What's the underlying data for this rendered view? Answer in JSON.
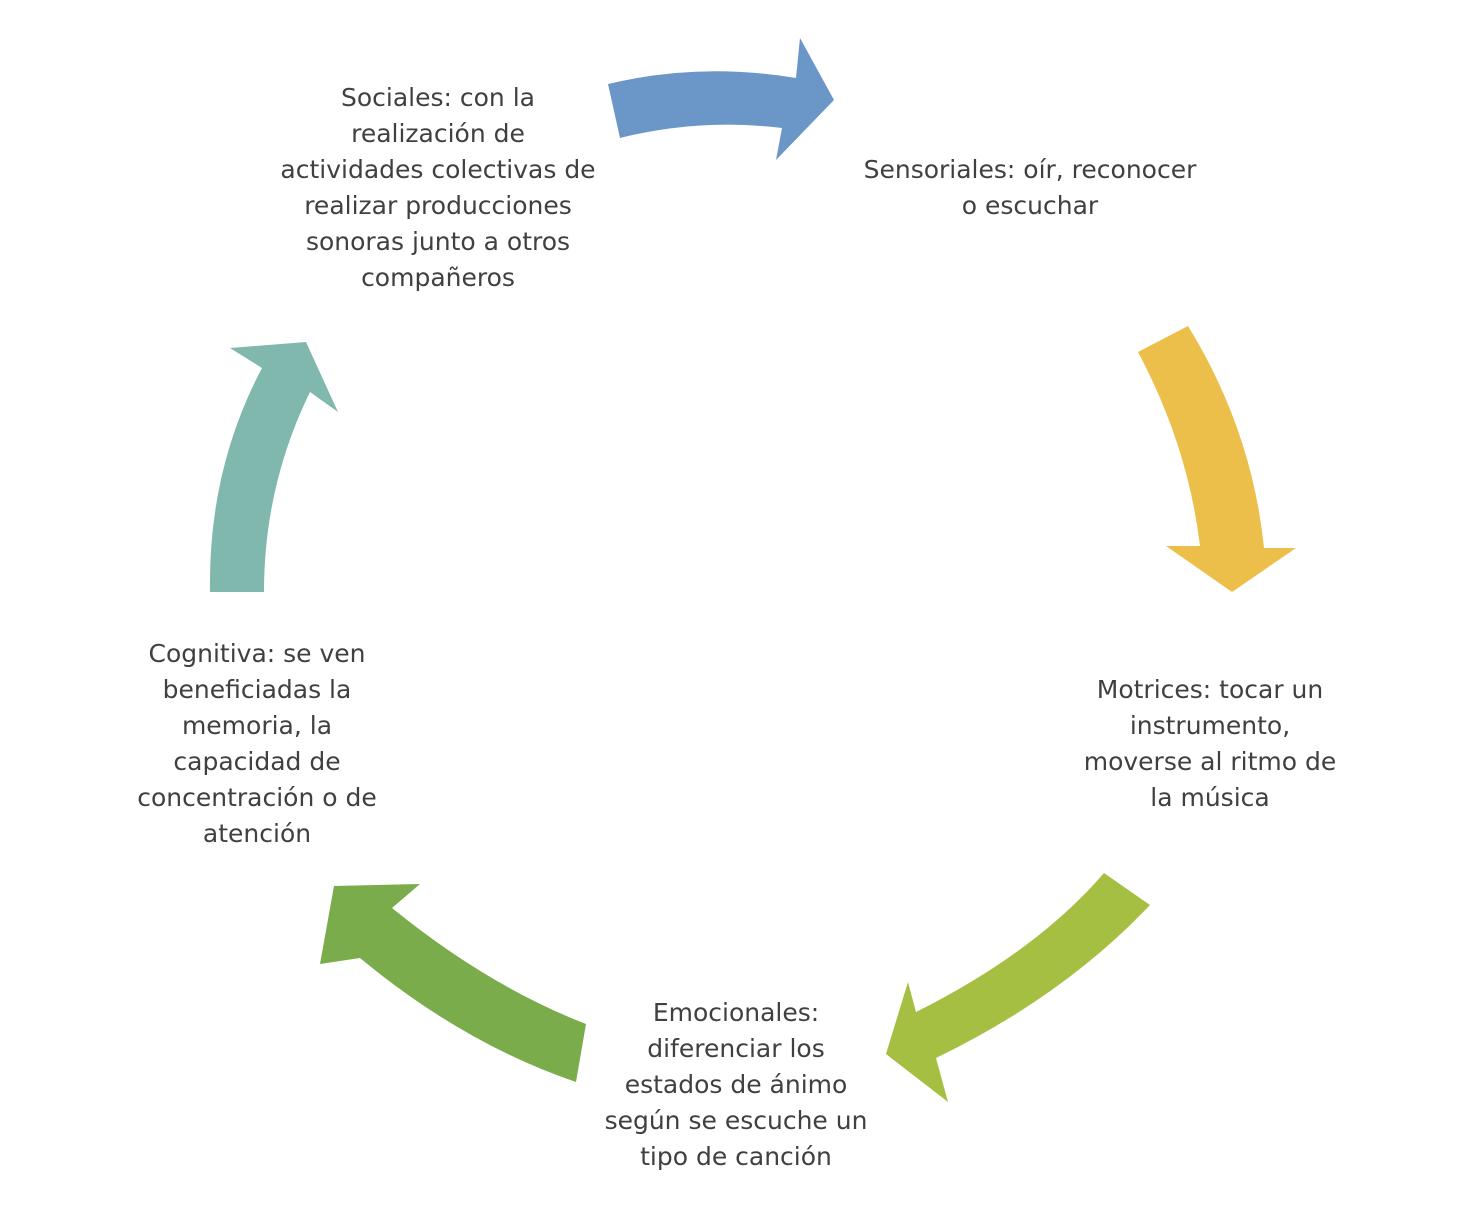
{
  "nodes": [
    {
      "id": "sociales",
      "lines": [
        "Sociales: con la",
        "realización de",
        "actividades colectivas de",
        "realizar producciones",
        "sonoras junto a otros",
        "compañeros"
      ]
    },
    {
      "id": "sensoriales",
      "lines": [
        "Sensoriales: oír, reconocer",
        "o escuchar"
      ]
    },
    {
      "id": "motrices",
      "lines": [
        "Motrices: tocar un",
        "instrumento,",
        "moverse al ritmo de",
        "la música"
      ]
    },
    {
      "id": "emocionales",
      "lines": [
        "Emocionales:",
        "diferenciar los",
        "estados de ánimo",
        "según se escuche un",
        "tipo de canción"
      ]
    },
    {
      "id": "cognitiva",
      "lines": [
        "Cognitiva: se ven",
        "beneficiadas la",
        "memoria, la",
        "capacidad de",
        "concentración o de",
        "atención"
      ]
    }
  ],
  "arrows": [
    {
      "id": "sociales-to-sensoriales",
      "color": "#6a96c8"
    },
    {
      "id": "sensoriales-to-motrices",
      "color": "#ecbf4b"
    },
    {
      "id": "motrices-to-emocionales",
      "color": "#a5bf42"
    },
    {
      "id": "emocionales-to-cognitiva",
      "color": "#7bac4b"
    },
    {
      "id": "cognitiva-to-sociales",
      "color": "#80b8ae"
    }
  ]
}
